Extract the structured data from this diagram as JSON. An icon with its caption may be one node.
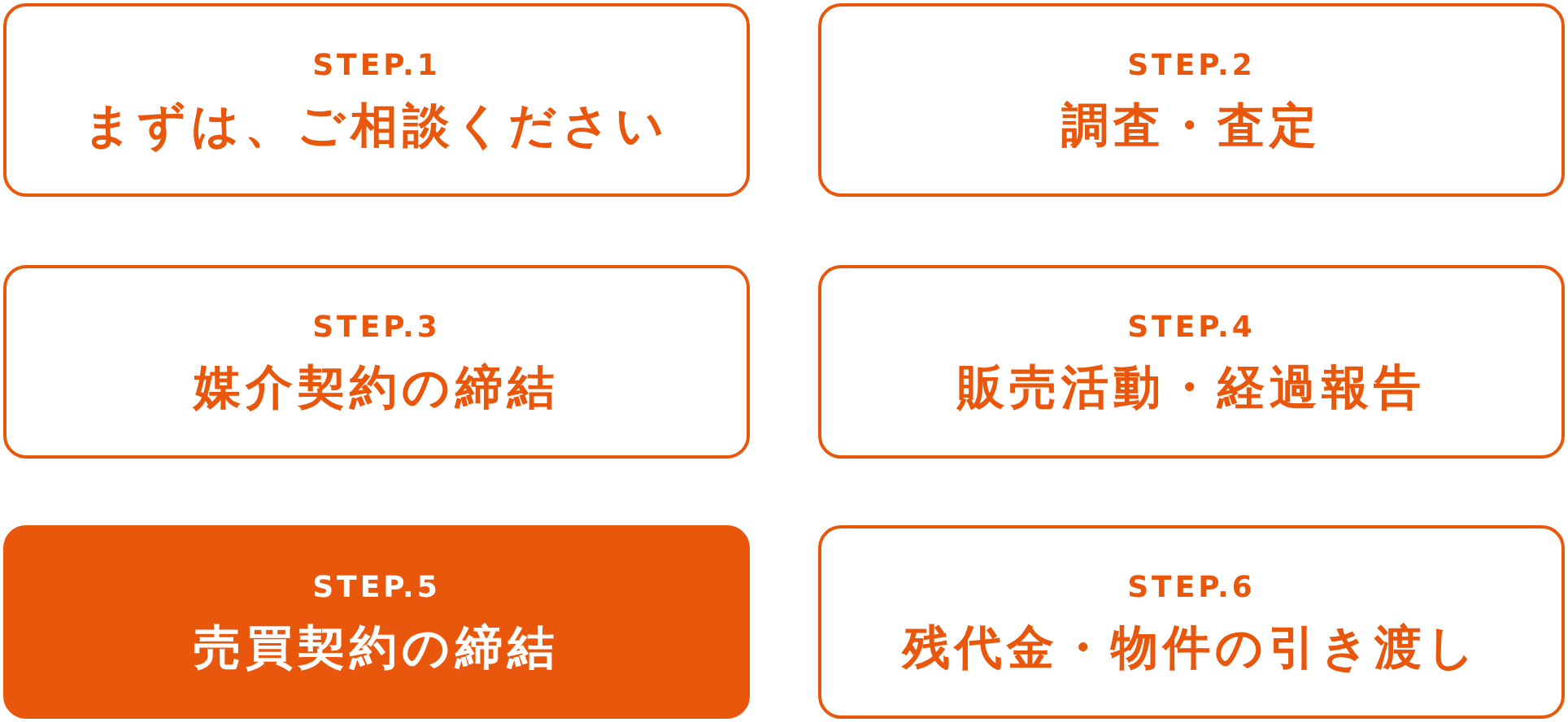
{
  "diagram": {
    "nodes": [
      {
        "text": [
          "STEP.1",
          "まずは、ご相談ください"
        ]
      },
      {
        "text": [
          "STEP.2",
          "調査・査定"
        ]
      },
      {
        "text": [
          "STEP.3",
          "媒介契約の締結"
        ]
      },
      {
        "text": [
          "STEP.4",
          "販売活動・経過報告"
        ]
      },
      {
        "text": [
          "STEP.5",
          "売買契約の締結"
        ]
      },
      {
        "text": [
          "STEP.6",
          "残代金・物件の引き渡し"
        ]
      }
    ]
  }
}
